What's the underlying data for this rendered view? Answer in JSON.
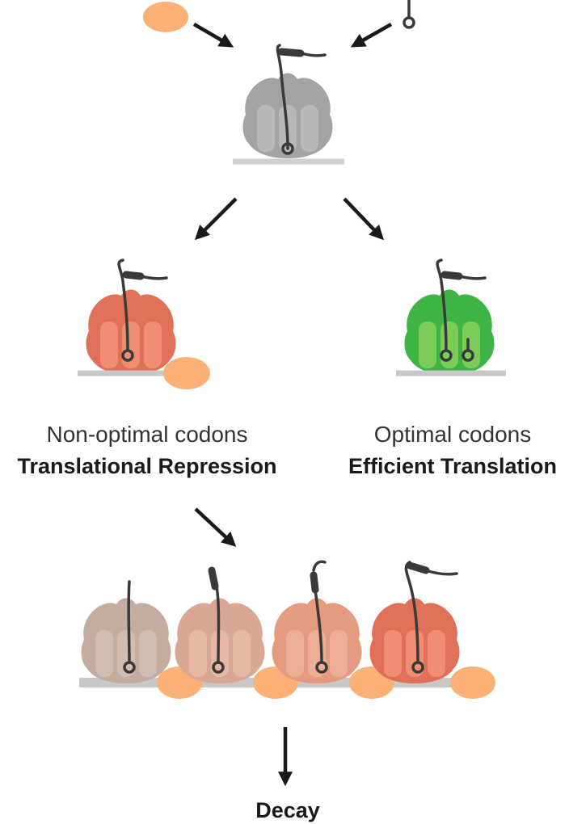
{
  "labels": {
    "left_line1": "Non-optimal codons",
    "left_line2": "Translational Repression",
    "right_line1": "Optimal codons",
    "right_line2": "Efficient Translation",
    "bottom": "Decay"
  },
  "colors": {
    "ribosome_gray": "#a3a3a5",
    "ribosome_red": "#e07058",
    "ribosome_green": "#3db443",
    "ribosome_tan_1": "#c4aca0",
    "ribosome_tan_2": "#d9a895",
    "ribosome_tan_3": "#e59b80",
    "factor_orange": "#fbb175",
    "mrna_gray": "#c8c8c8",
    "trna_dark": "#3a3a3a",
    "arrow": "#1a1a1a"
  }
}
